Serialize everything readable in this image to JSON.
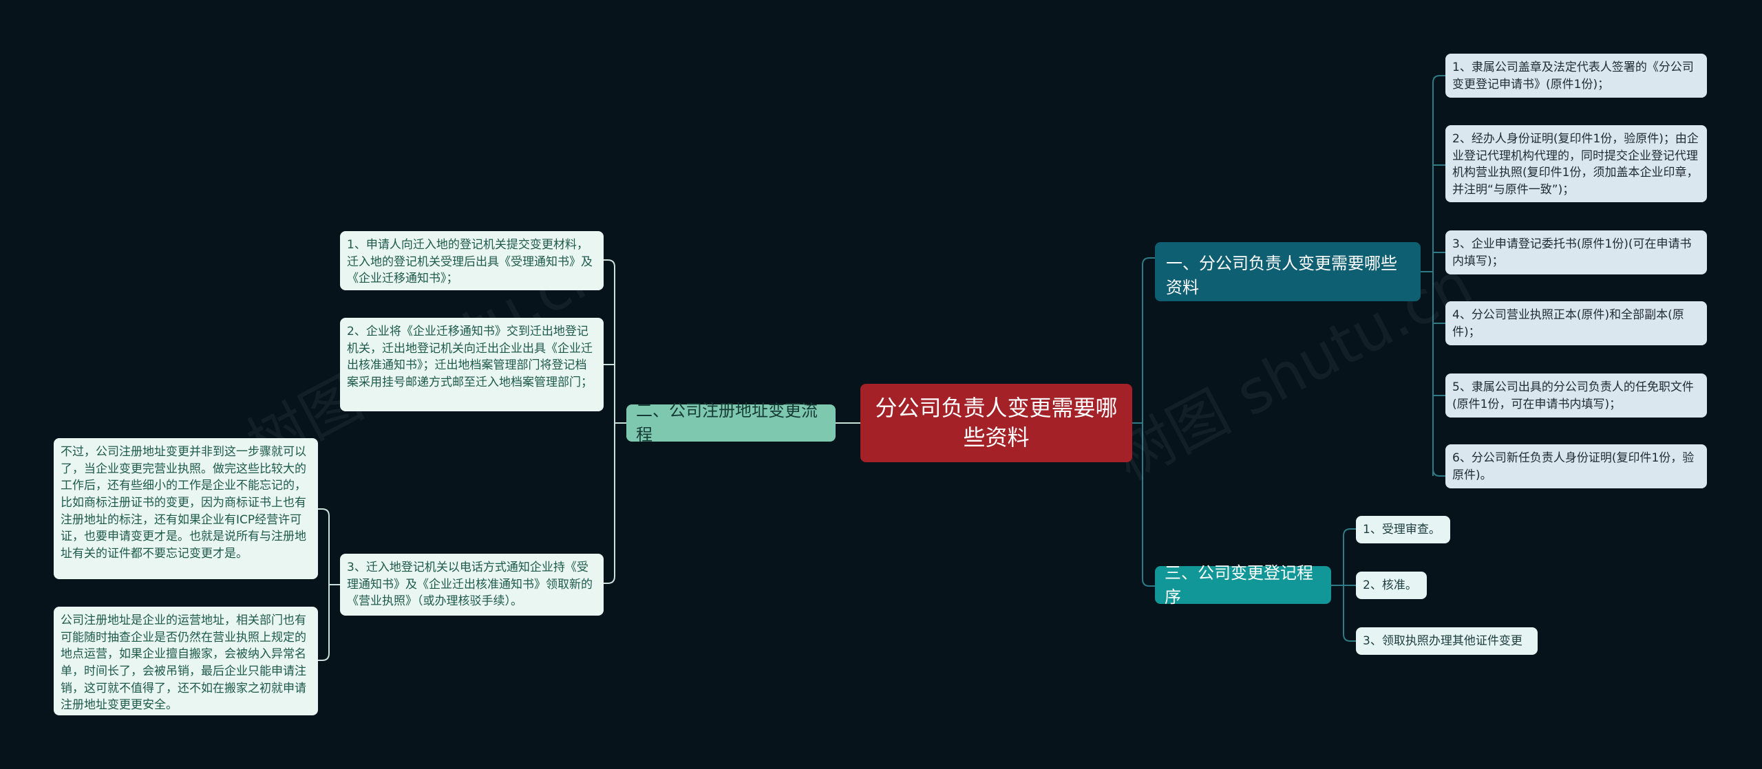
{
  "watermark": "树图 shutu.cn",
  "root": "分公司负责人变更需要哪些资料",
  "branches": {
    "b1": {
      "label": "一、分公司负责人变更需要哪些资料",
      "items": [
        "1、隶属公司盖章及法定代表人签署的《分公司变更登记申请书》(原件1份)；",
        "2、经办人身份证明(复印件1份，验原件)；由企业登记代理机构代理的，同时提交企业登记代理机构营业执照(复印件1份，须加盖本企业印章，并注明“与原件一致”)；",
        "3、企业申请登记委托书(原件1份)(可在申请书内填写)；",
        "4、分公司营业执照正本(原件)和全部副本(原件)；",
        "5、隶属公司出具的分公司负责人的任免职文件(原件1份，可在申请书内填写)；",
        "6、分公司新任负责人身份证明(复印件1份，验原件)。"
      ]
    },
    "b2": {
      "label": "二、公司注册地址变更流程",
      "items": [
        "1、申请人向迁入地的登记机关提交变更材料，迁入地的登记机关受理后出具《受理通知书》及《企业迁移通知书》；",
        "2、企业将《企业迁移通知书》交到迁出地登记机关，迁出地登记机关向迁出企业出具《企业迁出核准通知书》；迁出地档案管理部门将登记档案采用挂号邮递方式邮至迁入地档案管理部门；",
        "3、迁入地登记机关以电话方式通知企业持《受理通知书》及《企业迁出核准通知书》领取新的《营业执照》（或办理核驳手续）。"
      ],
      "sub_items": [
        "不过，公司注册地址变更并非到这一步骤就可以了，当企业变更完营业执照。做完这些比较大的工作后，还有些细小的工作是企业不能忘记的，比如商标注册证书的变更，因为商标证书上也有注册地址的标注，还有如果企业有ICP经营许可证，也要申请变更才是。也就是说所有与注册地址有关的证件都不要忘记变更才是。",
        "公司注册地址是企业的运营地址，相关部门也有可能随时抽查企业是否仍然在营业执照上规定的地点运营，如果企业擅自搬家，会被纳入异常名单，时间长了，会被吊销，最后企业只能申请注销，这可就不值得了，还不如在搬家之初就申请注册地址变更更安全。"
      ]
    },
    "b3": {
      "label": "三、公司变更登记程序",
      "items": [
        "1、受理审查。",
        "2、核准。",
        "3、领取执照办理其他证件变更"
      ]
    }
  },
  "colors": {
    "background": "#06131a",
    "root": "#a42128",
    "branch1": "#0f5f73",
    "branch2": "#7fc8b0",
    "branch3": "#119797",
    "connector_right": "#2c7b86",
    "connector_left": "#c9e3db"
  }
}
